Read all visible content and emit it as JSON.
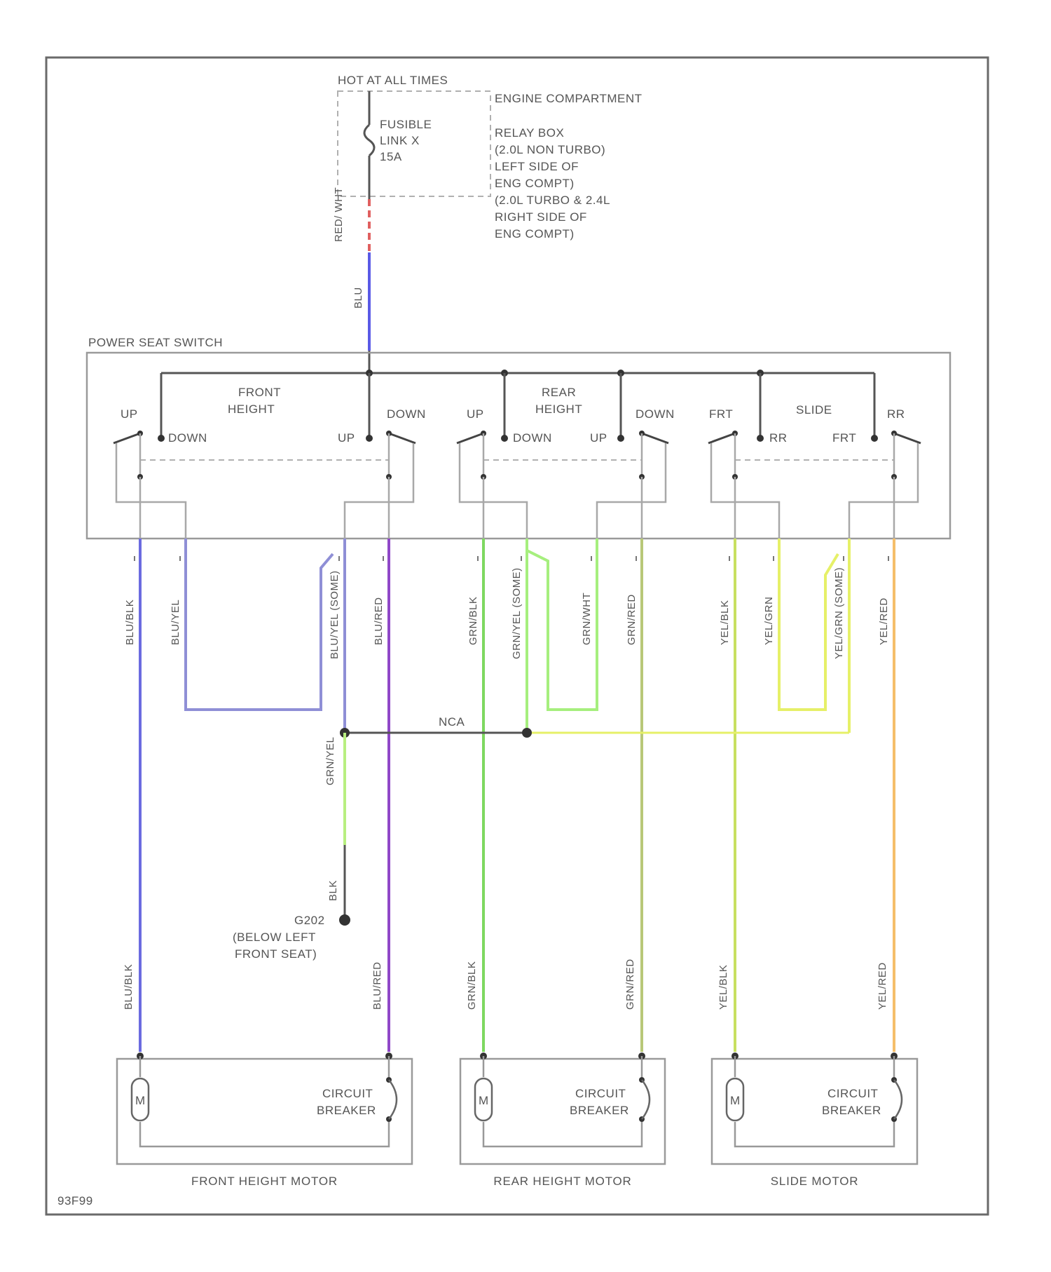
{
  "supply": {
    "hot_label": "HOT AT ALL TIMES",
    "fuse_label": [
      "FUSIBLE",
      "LINK X",
      "15A"
    ],
    "location_label": [
      "ENGINE COMPARTMENT",
      "RELAY BOX",
      "(2.0L NON TURBO)",
      "LEFT SIDE OF",
      "ENG COMPT)",
      "(2.0L TURBO & 2.4L",
      "RIGHT SIDE OF",
      "ENG COMPT)"
    ],
    "wire_top": "RED/ WHT",
    "wire_bottom": "BLU"
  },
  "switch": {
    "title": "POWER SEAT SWITCH",
    "groups": [
      {
        "name": "FRONT HEIGHT",
        "contacts": [
          "UP",
          "DOWN",
          "UP",
          "DOWN"
        ]
      },
      {
        "name": "REAR HEIGHT",
        "contacts": [
          "UP",
          "DOWN",
          "UP",
          "DOWN"
        ]
      },
      {
        "name": "SLIDE",
        "contacts": [
          "FRT",
          "RR",
          "FRT",
          "RR"
        ]
      }
    ]
  },
  "wires": [
    {
      "label": "BLU/BLK",
      "color": "#6b6be0"
    },
    {
      "label": "BLU/YEL",
      "color": "#8f8fd6"
    },
    {
      "label": "BLU/YEL (SOME)",
      "color": "#8f8fd6"
    },
    {
      "label": "BLU/RED",
      "color": "#9048c8"
    },
    {
      "label": "GRN/BLK",
      "color": "#7ed860"
    },
    {
      "label": "GRN/YEL (SOME)",
      "color": "#a6ef7e"
    },
    {
      "label": "GRN/WHT",
      "color": "#a6ef7e"
    },
    {
      "label": "GRN/RED",
      "color": "#b8c878"
    },
    {
      "label": "YEL/BLK",
      "color": "#c8e060"
    },
    {
      "label": "YEL/GRN",
      "color": "#e6f068"
    },
    {
      "label": "YEL/GRN (SOME)",
      "color": "#e6f068"
    },
    {
      "label": "YEL/RED",
      "color": "#f5be6a"
    }
  ],
  "nca_label": "NCA",
  "ground": {
    "wire_top": "GRN/YEL",
    "wire_bottom": "BLK",
    "label": [
      "G202",
      "(BELOW LEFT",
      "FRONT SEAT)"
    ]
  },
  "motors": [
    {
      "name": "FRONT HEIGHT MOTOR",
      "wire_left": "BLU/BLK",
      "wire_right": "BLU/RED",
      "breaker": [
        "CIRCUIT",
        "BREAKER"
      ]
    },
    {
      "name": "REAR HEIGHT MOTOR",
      "wire_left": "GRN/BLK",
      "wire_right": "GRN/RED",
      "breaker": [
        "CIRCUIT",
        "BREAKER"
      ]
    },
    {
      "name": "SLIDE MOTOR",
      "wire_left": "YEL/BLK",
      "wire_right": "YEL/RED",
      "breaker": [
        "CIRCUIT",
        "BREAKER"
      ]
    }
  ],
  "motor_symbol": "M",
  "footer_code": "93F99",
  "colors": {
    "supply_red": "#e06060",
    "supply_blue": "#5a5ae6",
    "black_wire": "#555555"
  }
}
